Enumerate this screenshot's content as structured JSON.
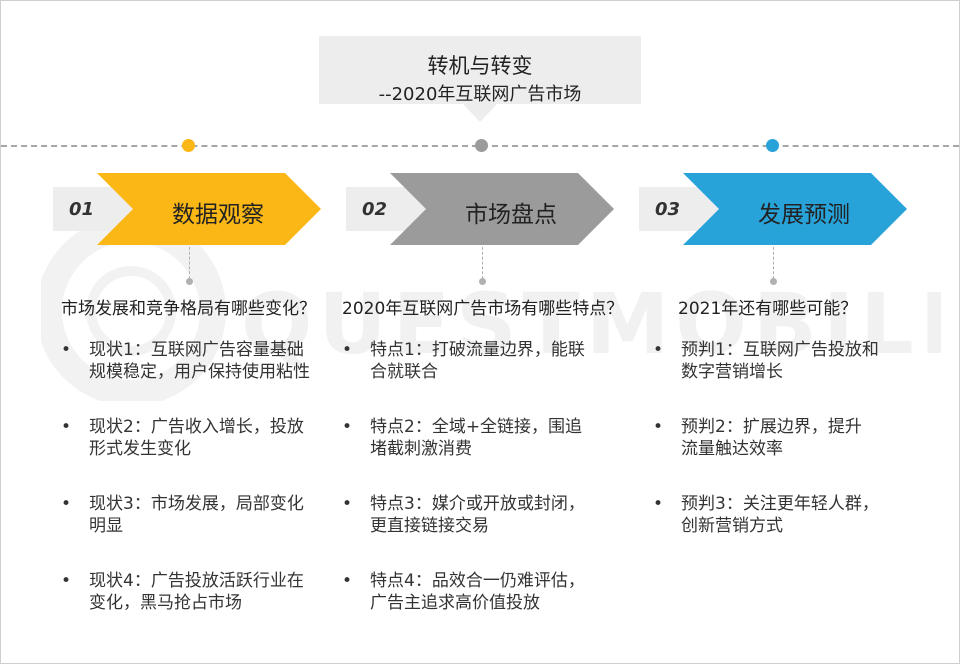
{
  "title": {
    "main": "转机与转变",
    "sub": "--2020年互联网广告市场"
  },
  "watermark": "QUESTMOBILE",
  "colors": {
    "yellow": "#FBB715",
    "gray": "#9B9B9B",
    "blue": "#27A3D9",
    "tab_bg": "#EDEDED"
  },
  "steps": [
    {
      "num": "01",
      "label": "数据观察",
      "question": "市场发展和竞争格局有哪些变化？",
      "items": [
        [
          "现状1：互联网广告容量基础",
          "规模稳定，用户保持使用粘性"
        ],
        [
          "现状2：广告收入增长，投放",
          "形式发生变化"
        ],
        [
          "现状3：市场发展，局部变化",
          "明显"
        ],
        [
          "现状4：广告投放活跃行业在",
          "变化，黑马抢占市场"
        ]
      ]
    },
    {
      "num": "02",
      "label": "市场盘点",
      "question": "2020年互联网广告市场有哪些特点？",
      "items": [
        [
          "特点1：打破流量边界，能联",
          "合就联合"
        ],
        [
          "特点2：全域+全链接，围追",
          "堵截刺激消费"
        ],
        [
          "特点3：媒介或开放或封闭，",
          "更直接链接交易"
        ],
        [
          "特点4：品效合一仍难评估，",
          "广告主追求高价值投放"
        ]
      ]
    },
    {
      "num": "03",
      "label": "发展预测",
      "question": "2021年还有哪些可能？",
      "items": [
        [
          "预判1：互联网广告投放和",
          "数字营销增长"
        ],
        [
          "预判2：扩展边界，提升",
          "流量触达效率"
        ],
        [
          "预判3：关注更年轻人群，",
          "创新营销方式"
        ]
      ]
    }
  ]
}
